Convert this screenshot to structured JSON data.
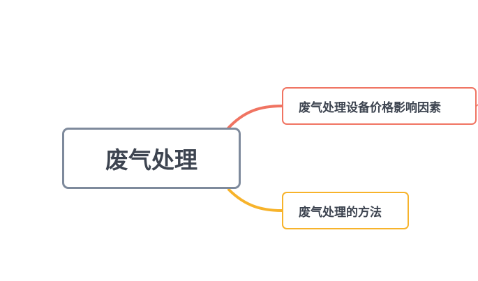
{
  "mindmap": {
    "root": {
      "label": "废气处理",
      "border_color": "#7e8a9c"
    },
    "branches": [
      {
        "label": "废气处理设备价格影响因素",
        "color": "#f07462"
      },
      {
        "label": "废气处理的方法",
        "color": "#f7b32b"
      }
    ]
  }
}
